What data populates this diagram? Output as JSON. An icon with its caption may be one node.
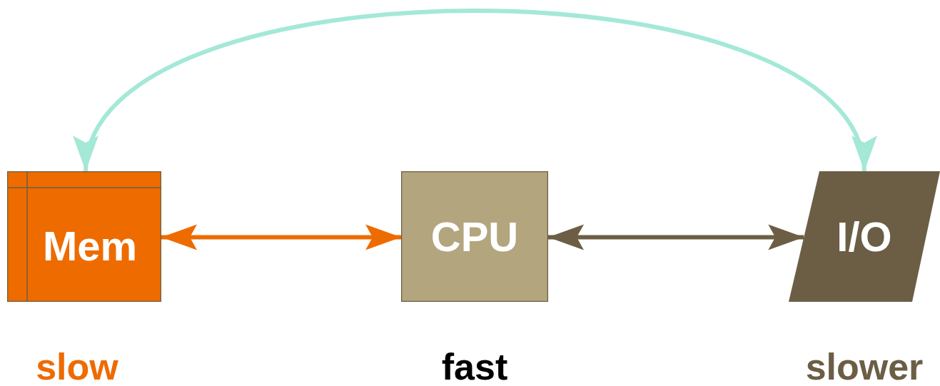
{
  "diagram": {
    "nodes": [
      {
        "text": [
          "Mem"
        ],
        "beside": [
          "slow"
        ]
      },
      {
        "text": [
          "CPU"
        ],
        "beside": [
          "fast"
        ]
      },
      {
        "text": [
          "I/O"
        ],
        "beside": [
          "slower"
        ]
      }
    ],
    "edges": [
      {
        "from": 0,
        "to": 1,
        "arrow": "both",
        "color": "#ee6b00"
      },
      {
        "from": 1,
        "to": 2,
        "arrow": "both",
        "color": "#6b5e45"
      },
      {
        "from": 0,
        "to": 2,
        "arrow": "both",
        "color": "#a4e8d8"
      }
    ]
  }
}
